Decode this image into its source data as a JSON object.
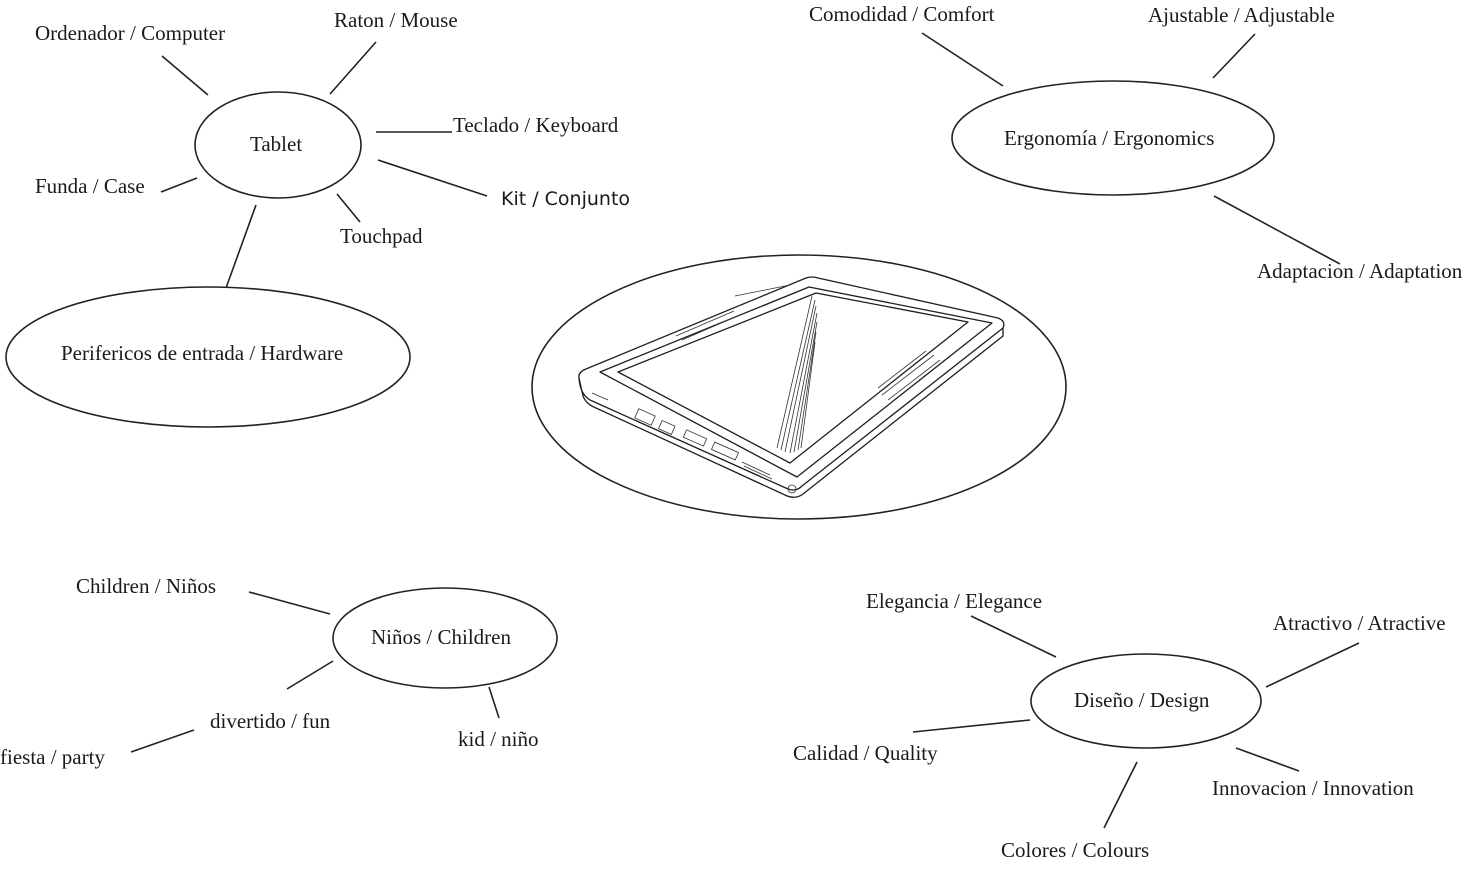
{
  "clusters": {
    "tablet": {
      "center": "Tablet",
      "ordenador": "Ordenador / Computer",
      "raton": "Raton / Mouse",
      "teclado": "Teclado / Keyboard",
      "kit": "Kit / Conjunto",
      "touchpad": "Touchpad",
      "funda": "Funda / Case",
      "perifericos": "Perifericos de entrada / Hardware"
    },
    "ergonomia": {
      "center": "Ergonomía / Ergonomics",
      "comodidad": "Comodidad / Comfort",
      "ajustable": "Ajustable / Adjustable",
      "adaptacion": "Adaptacion / Adaptation"
    },
    "ninos": {
      "center": "Niños / Children",
      "children": "Children / Niños",
      "divertido": "divertido / fun",
      "fiesta": "fiesta / party",
      "kid": "kid / niño"
    },
    "diseno": {
      "center": "Diseño / Design",
      "elegancia": "Elegancia / Elegance",
      "atractivo": "Atractivo / Atractive",
      "calidad": "Calidad / Quality",
      "innovacion": "Innovacion / Innovation",
      "colores": "Colores / Colours"
    }
  },
  "image": {
    "icon": "tablet-device-icon"
  }
}
